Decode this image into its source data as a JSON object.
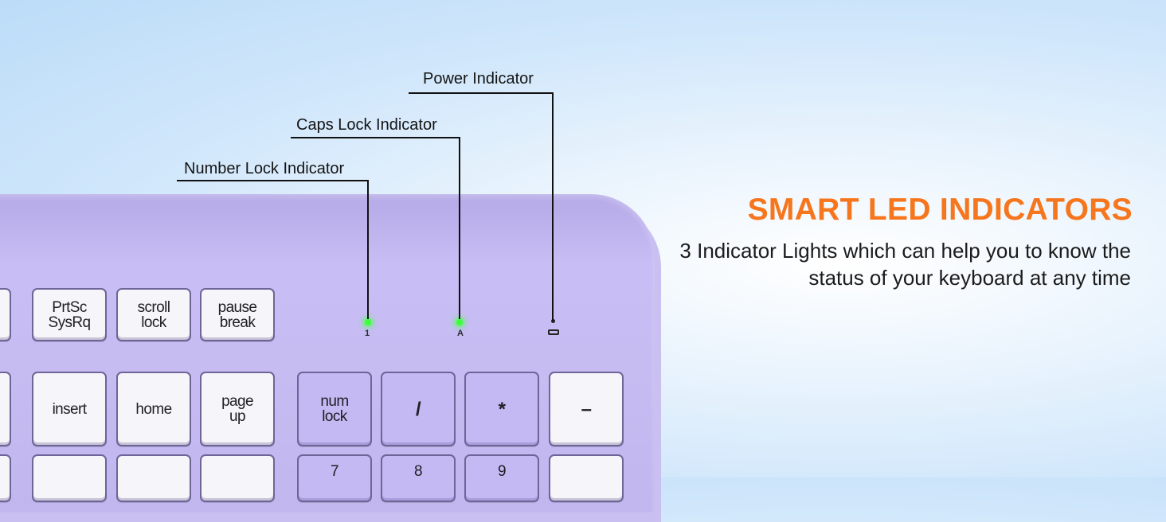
{
  "heading": {
    "title": "SMART LED INDICATORS",
    "description": "3 Indicator Lights which can help you to know the status of your keyboard at any time"
  },
  "callouts": {
    "power": "Power Indicator",
    "caps": "Caps Lock Indicator",
    "num": "Number Lock Indicator"
  },
  "indicator_glyphs": {
    "num": "1",
    "caps": "A"
  },
  "keys": {
    "prtsc": "PrtSc\nSysRq",
    "scroll": "scroll\nlock",
    "pause": "pause\nbreak",
    "insert": "insert",
    "home": "home",
    "pageup": "page\nup",
    "numlock": "num\nlock",
    "divide": "/",
    "multiply": "*",
    "minus": "–",
    "num7": "7",
    "num8": "8",
    "num9": "9"
  },
  "colors": {
    "accent": "#f6761d",
    "keyboard": "#c6bcf2",
    "led": "#3cff3c"
  },
  "icons": {
    "power": "battery-icon"
  }
}
